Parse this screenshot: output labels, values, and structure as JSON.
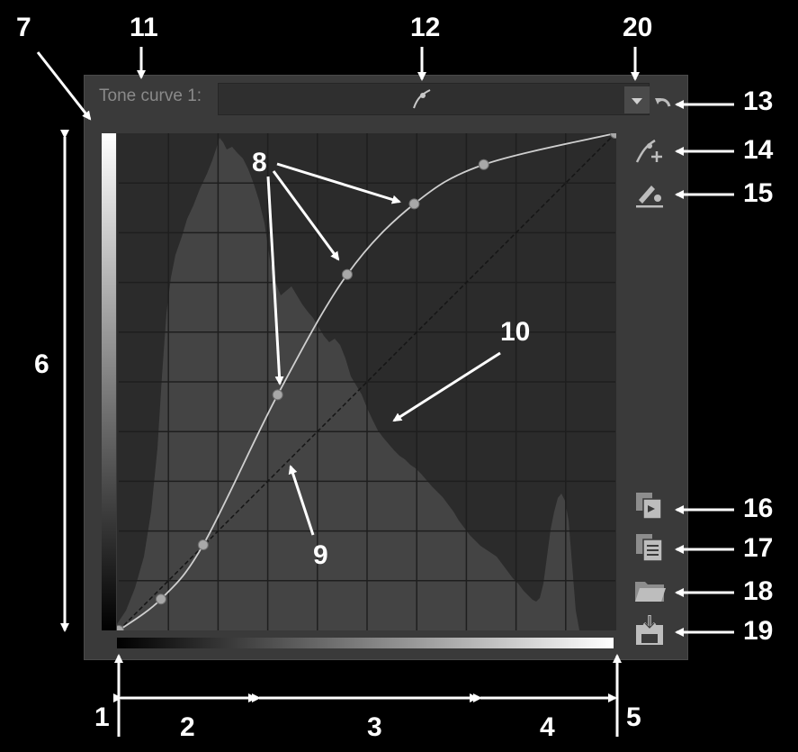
{
  "header": {
    "label": "Tone curve 1:"
  },
  "annotations": [
    "1",
    "2",
    "3",
    "4",
    "5",
    "6",
    "7",
    "8",
    "9",
    "10",
    "11",
    "12",
    "13",
    "14",
    "15",
    "16",
    "17",
    "18",
    "19",
    "20"
  ],
  "colors": {
    "panel": "#3a3a3a",
    "plot": "#2b2b2b",
    "histogram": "#444444",
    "grid": "#1e1e1e",
    "curve": "#cfcfcf",
    "node": "#a8a8a8"
  },
  "icons": {
    "curve_type": "curve-type-icon",
    "dropdown": "chevron-down-icon",
    "reset": "undo-icon",
    "add_point": "add-point-icon",
    "edit_point": "edit-point-icon",
    "copy": "copy-icon",
    "paste": "paste-icon",
    "open": "folder-icon",
    "save": "save-icon"
  },
  "curve": {
    "control_points": [
      [
        0,
        0
      ],
      [
        0.085,
        0.063
      ],
      [
        0.17,
        0.172
      ],
      [
        0.32,
        0.474
      ],
      [
        0.46,
        0.716
      ],
      [
        0.595,
        0.858
      ],
      [
        0.735,
        0.937
      ],
      [
        1,
        1
      ]
    ]
  }
}
